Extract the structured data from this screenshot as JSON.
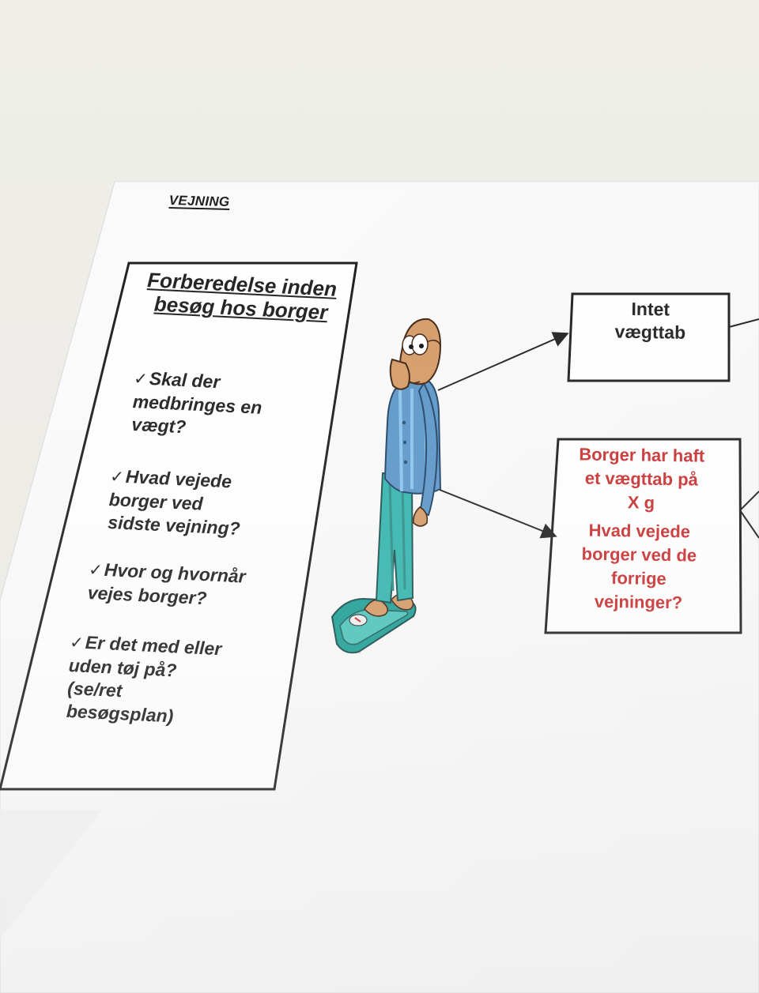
{
  "header": {
    "title": "VEJNING"
  },
  "preparation": {
    "title": "Forberedelse inden besøg hos borger",
    "items": [
      {
        "check": "✓",
        "lines": [
          "Skal der",
          "medbringes en",
          "vægt?"
        ]
      },
      {
        "check": "✓",
        "lines": [
          "Hvad vejede",
          "borger ved",
          "sidste vejning?"
        ]
      },
      {
        "check": "✓",
        "lines": [
          "Hvor og hvornår",
          "vejes borger?"
        ]
      },
      {
        "check": "✓",
        "lines": [
          "Er det med eller",
          "uden tøj på?",
          "(se/ret",
          "besøgsplan)"
        ]
      }
    ]
  },
  "outcomes": {
    "no_loss": {
      "lines": [
        "Intet",
        "vægttab"
      ]
    },
    "loss": {
      "lines": [
        "Borger har haft",
        "et vægttab på",
        "X g"
      ],
      "question_lines": [
        "Hvad vejede",
        "borger ved de",
        "forrige",
        "vejninger?"
      ]
    }
  },
  "colors": {
    "accent_red": "#c83131",
    "text_dark": "#1f1f1f",
    "paper": "#ffffff",
    "background": "#ecebe6"
  }
}
